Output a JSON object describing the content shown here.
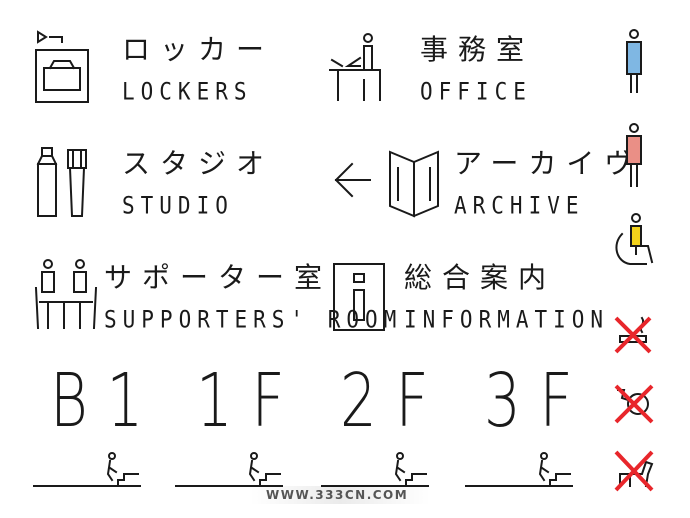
{
  "signs": {
    "lockers": {
      "jp": "ロッカー",
      "en": "LOCKERS"
    },
    "office": {
      "jp": "事務室",
      "en": "OFFICE"
    },
    "studio": {
      "jp": "スタジオ",
      "en": "STUDIO"
    },
    "archive": {
      "jp": "アーカイヴ",
      "en": "ARCHIVE"
    },
    "supporters": {
      "jp": "サポーター室",
      "en": "SUPPORTERS' ROOM"
    },
    "information": {
      "jp": "総合案内",
      "en": "INFORMATION"
    }
  },
  "floors": [
    "B1",
    "1F",
    "2F",
    "3F"
  ],
  "pictograms": [
    {
      "name": "male-toilet",
      "color": "#7fb7e3"
    },
    {
      "name": "female-toilet",
      "color": "#ea8f86"
    },
    {
      "name": "accessible",
      "color": "#f2d21b"
    },
    {
      "name": "no-smoking",
      "color": "#e8262b"
    },
    {
      "name": "no-food",
      "color": "#e8262b"
    },
    {
      "name": "no-pets",
      "color": "#e8262b"
    }
  ],
  "watermark": "WWW.333CN.COM"
}
